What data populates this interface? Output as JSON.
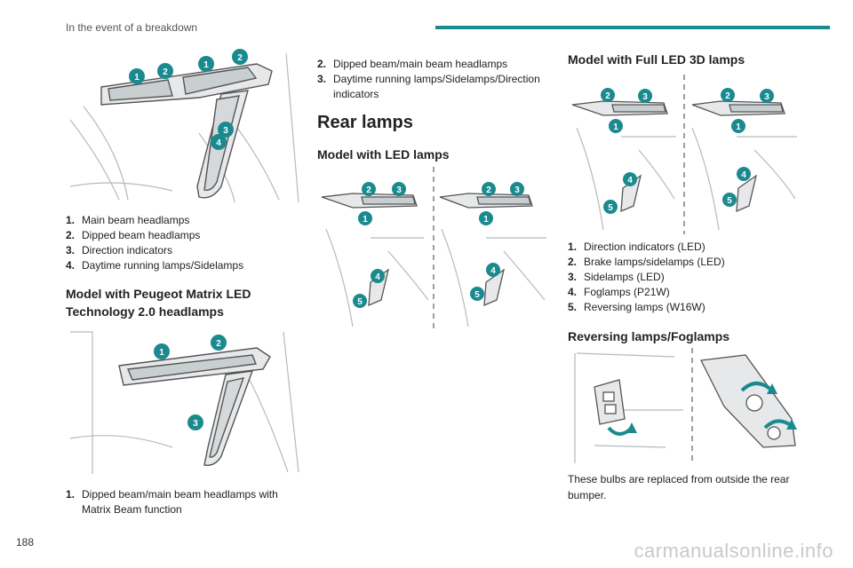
{
  "header": {
    "section_title": "In the event of a breakdown"
  },
  "page_number": "188",
  "watermark": "carmanualsonline.info",
  "col1": {
    "list1": [
      {
        "num": "1.",
        "text": "Main beam headlamps"
      },
      {
        "num": "2.",
        "text": "Dipped beam headlamps"
      },
      {
        "num": "3.",
        "text": "Direction indicators"
      },
      {
        "num": "4.",
        "text": "Daytime running lamps/Sidelamps"
      }
    ],
    "heading_matrix": "Model with Peugeot Matrix LED Technology 2.0 headlamps",
    "list2": [
      {
        "num": "1.",
        "text": "Dipped beam/main beam headlamps with Matrix Beam function"
      }
    ]
  },
  "col2": {
    "list1": [
      {
        "num": "2.",
        "text": "Dipped beam/main beam headlamps"
      },
      {
        "num": "3.",
        "text": "Daytime running lamps/Sidelamps/Direction indicators"
      }
    ],
    "heading_rear": "Rear lamps",
    "heading_led": "Model with LED lamps"
  },
  "col3": {
    "heading_full_led": "Model with Full LED 3D lamps",
    "list1": [
      {
        "num": "1.",
        "text": "Direction indicators (LED)"
      },
      {
        "num": "2.",
        "text": "Brake lamps/sidelamps (LED)"
      },
      {
        "num": "3.",
        "text": "Sidelamps (LED)"
      },
      {
        "num": "4.",
        "text": "Foglamps (P21W)"
      },
      {
        "num": "5.",
        "text": "Reversing lamps (W16W)"
      }
    ],
    "heading_reversing": "Reversing lamps/Foglamps",
    "paragraph": "These bulbs are replaced from outside the rear bumper."
  },
  "colors": {
    "accent": "#1b8a8f",
    "line": "#9aa3a8",
    "fill": "#e6e8e9"
  },
  "badges": {
    "one": "1",
    "two": "2",
    "three": "3",
    "four": "4",
    "five": "5"
  }
}
